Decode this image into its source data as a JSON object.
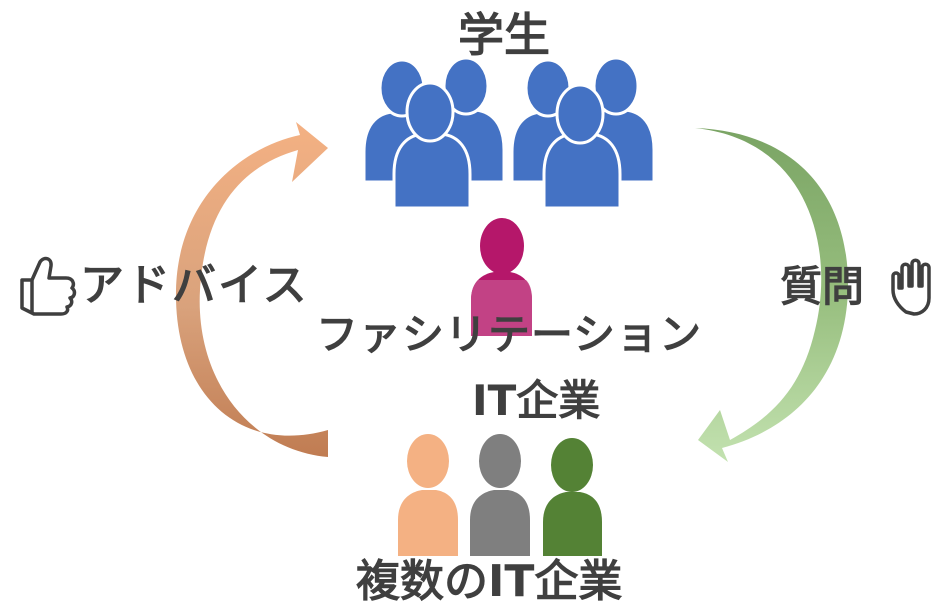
{
  "labels": {
    "students": "学生",
    "advice": "アドバイス",
    "question": "質問",
    "facilitation": "ファシリテーション",
    "it_company": "IT企業",
    "multiple_it_companies": "複数のIT企業"
  },
  "icons": {
    "advice": "thumbs-up-icon",
    "question": "raised-hand-icon",
    "students": "student-group-icon",
    "facilitator": "person-icon",
    "companies": "person-icon"
  },
  "colors": {
    "student": "#4472c4",
    "facilitator": "#b5176a",
    "company_orange": "#f4b183",
    "company_gray": "#7f7f7f",
    "company_green": "#548235",
    "arrow_green_dark": "#7aa464",
    "arrow_green_light": "#b9dca4",
    "arrow_orange_light": "#f4b183",
    "arrow_brown": "#c07c52",
    "text": "#3f3f3f"
  }
}
